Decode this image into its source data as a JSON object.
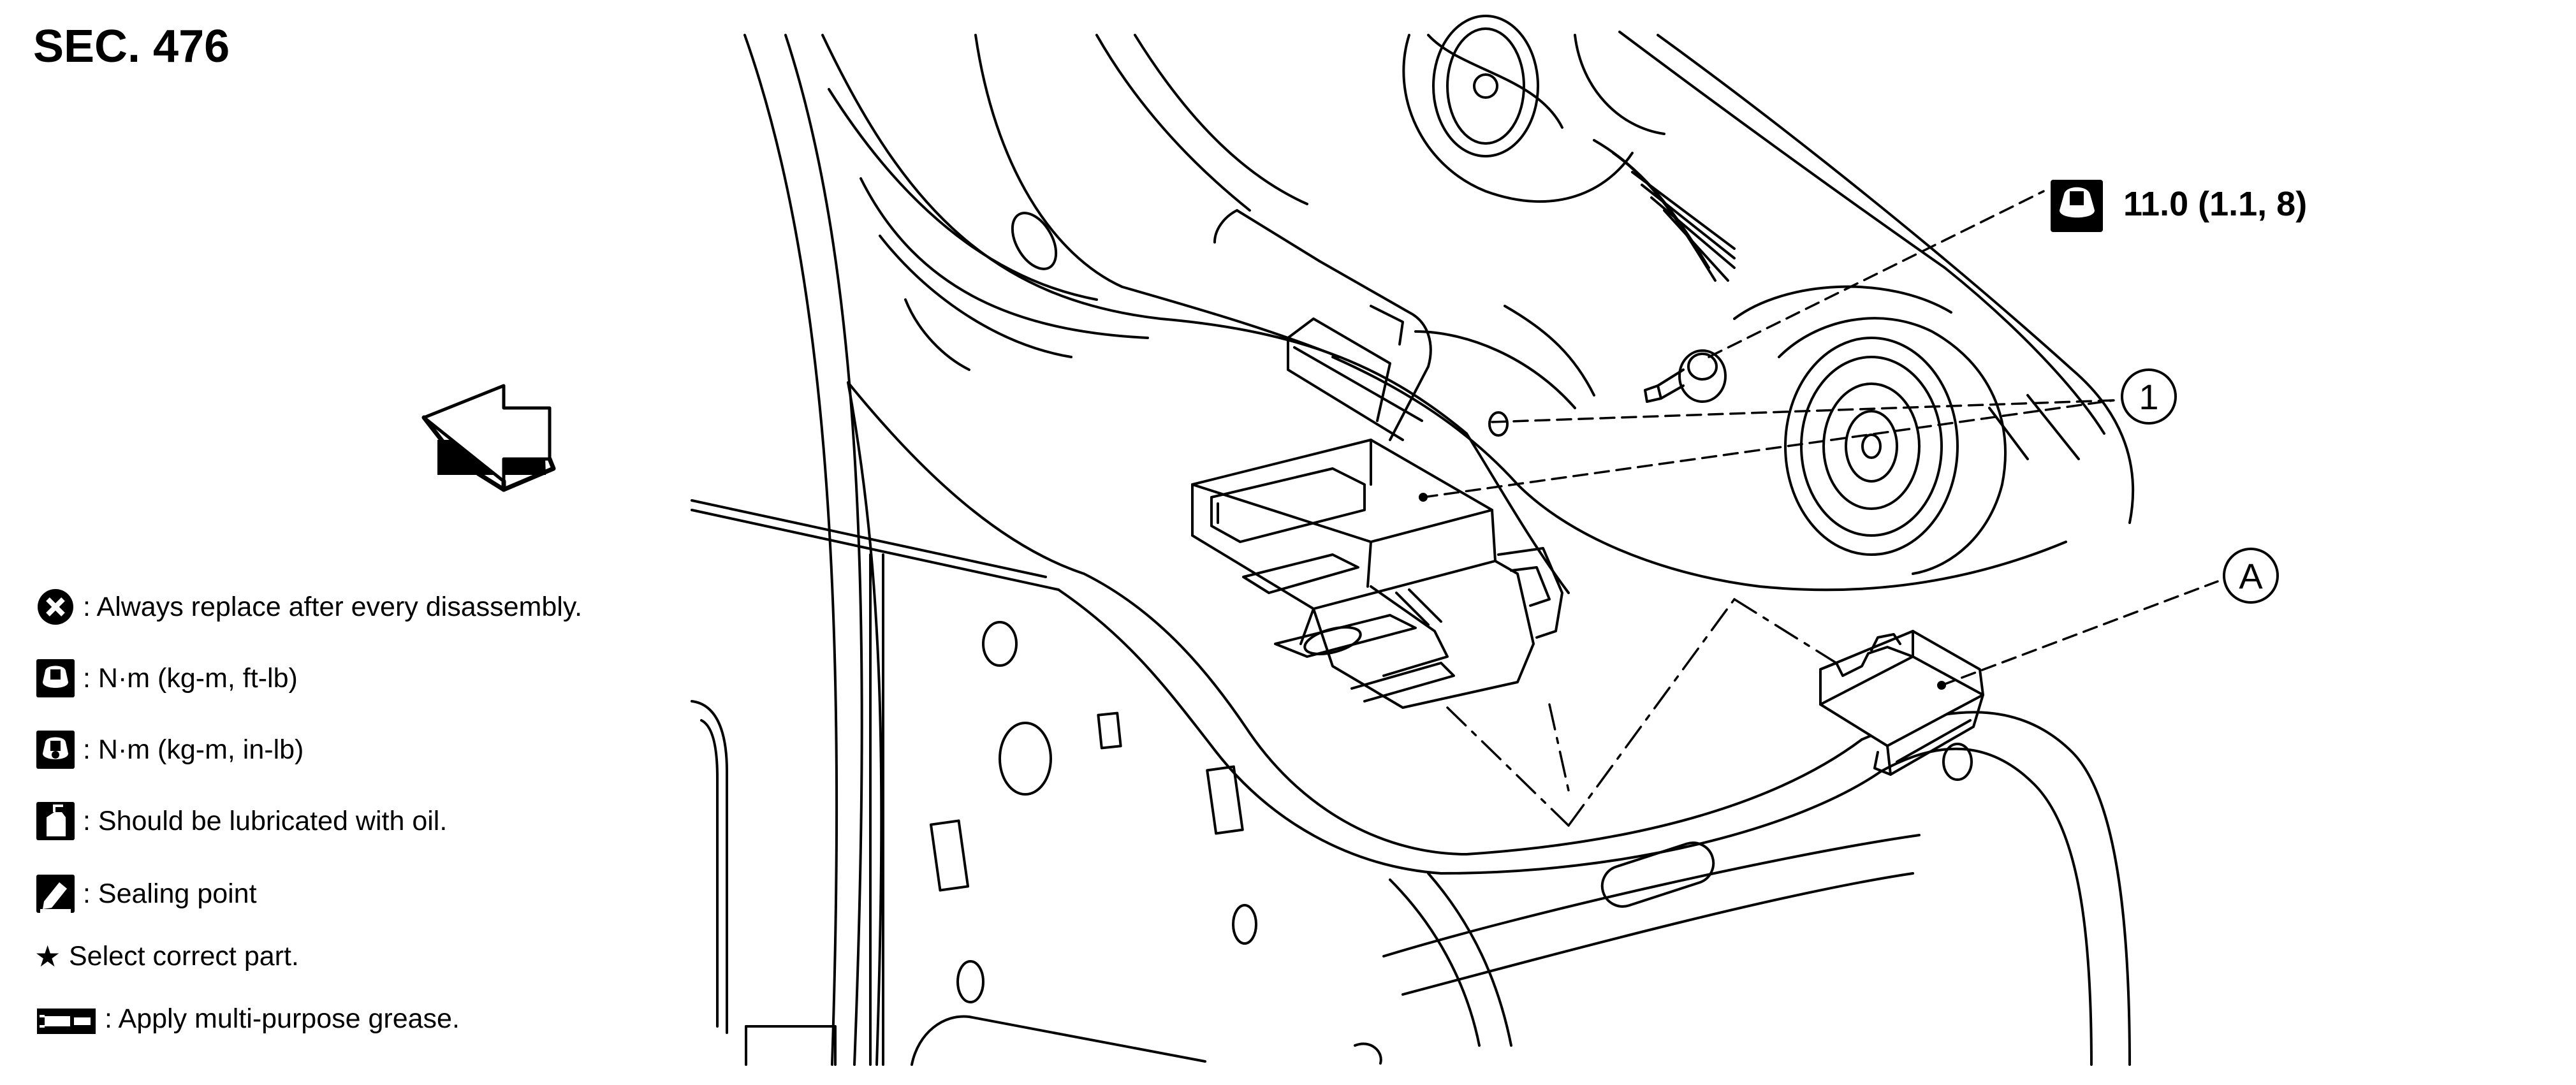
{
  "section_title": "SEC. 476",
  "torque_callout": "11.0 (1.1, 8)",
  "part_labels": {
    "part_1": "1",
    "part_a": "A"
  },
  "legend": [
    {
      "icon": "replace-x-icon",
      "text": ": Always replace after every disassembly."
    },
    {
      "icon": "torque-wrench-ft-lb-icon",
      "text": ": N·m (kg-m, ft-lb)"
    },
    {
      "icon": "torque-wrench-in-lb-icon",
      "text": ": N·m (kg-m, in-lb)"
    },
    {
      "icon": "oil-can-icon",
      "text": ": Should be lubricated with oil."
    },
    {
      "icon": "sealing-point-icon",
      "text": ": Sealing point"
    },
    {
      "icon": "star-icon",
      "text": " Select correct part."
    },
    {
      "icon": "grease-gun-icon",
      "text": " : Apply multi-purpose grease."
    }
  ],
  "front_arrow_icon": "front-direction-arrow-icon",
  "colors": {
    "ink": "#000000",
    "background": "#ffffff"
  }
}
